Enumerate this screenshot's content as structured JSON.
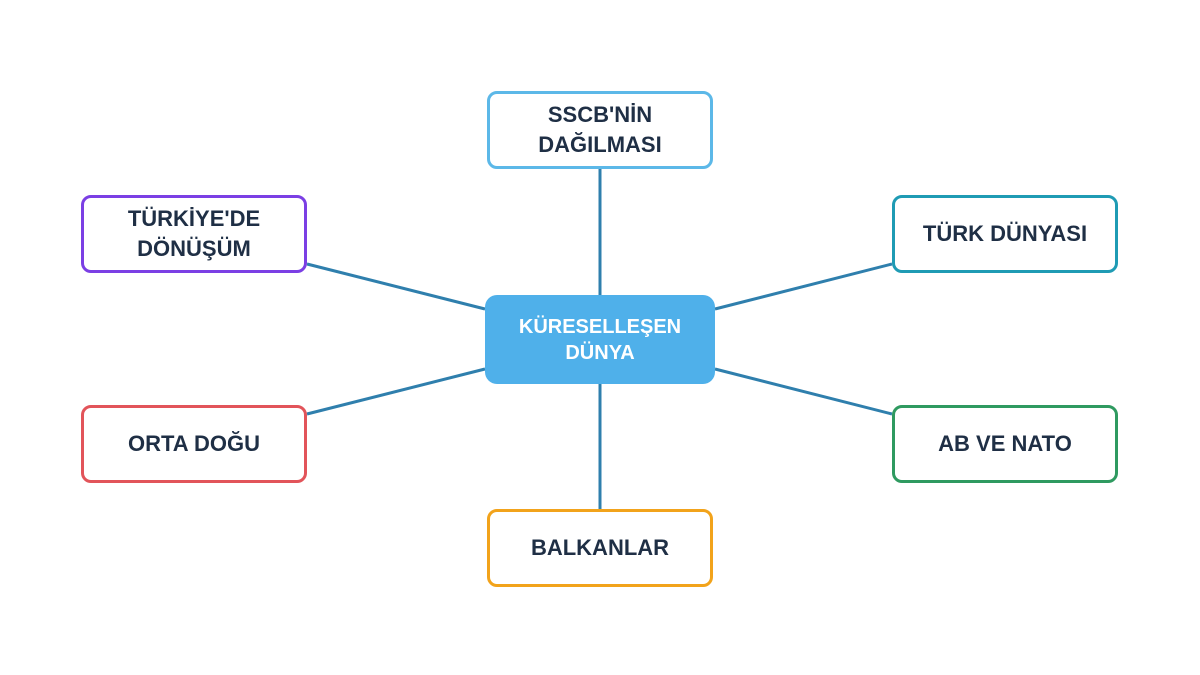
{
  "diagram": {
    "center": {
      "label": "KÜRESELLEŞEN\nDÜNYA",
      "color": "#4fb0ea"
    },
    "nodes": [
      {
        "id": "top",
        "label": "SSCB'NİN\nDAĞILMASI",
        "color": "#5cb8e8"
      },
      {
        "id": "top-left",
        "label": "TÜRKİYE'DE\nDÖNÜŞÜM",
        "color": "#7b3fe4"
      },
      {
        "id": "top-right",
        "label": "TÜRK DÜNYASI",
        "color": "#1f9bb4"
      },
      {
        "id": "bottom-left",
        "label": "ORTA DOĞU",
        "color": "#e2545a"
      },
      {
        "id": "bottom-right",
        "label": "AB VE NATO",
        "color": "#2f9a60"
      },
      {
        "id": "bottom",
        "label": "BALKANLAR",
        "color": "#f2a31b"
      }
    ],
    "connector_color": "#2f7fad"
  }
}
